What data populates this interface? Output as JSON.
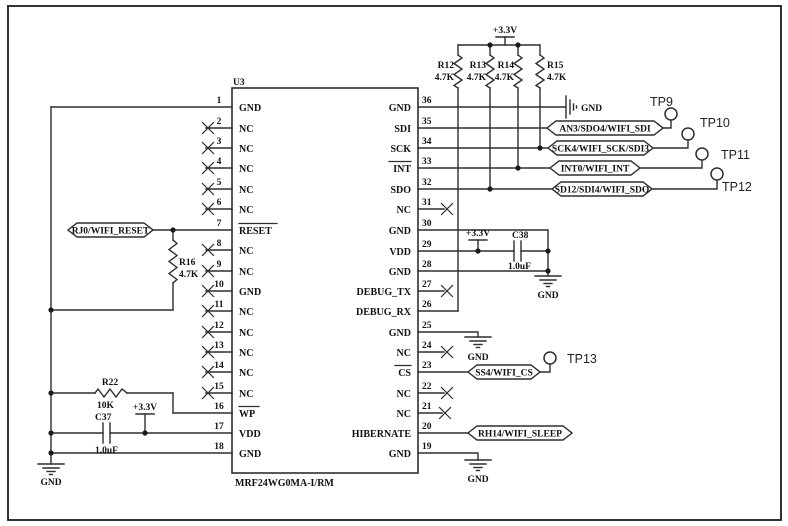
{
  "ic": {
    "ref": "U3",
    "part": "MRF24WG0MA-I/RM",
    "left_pins": [
      {
        "num": "1",
        "name": "GND"
      },
      {
        "num": "2",
        "name": "NC"
      },
      {
        "num": "3",
        "name": "NC"
      },
      {
        "num": "4",
        "name": "NC"
      },
      {
        "num": "5",
        "name": "NC"
      },
      {
        "num": "6",
        "name": "NC"
      },
      {
        "num": "7",
        "name": "RESET"
      },
      {
        "num": "8",
        "name": "NC"
      },
      {
        "num": "9",
        "name": "NC"
      },
      {
        "num": "10",
        "name": "GND"
      },
      {
        "num": "11",
        "name": "NC"
      },
      {
        "num": "12",
        "name": "NC"
      },
      {
        "num": "13",
        "name": "NC"
      },
      {
        "num": "14",
        "name": "NC"
      },
      {
        "num": "15",
        "name": "NC"
      },
      {
        "num": "16",
        "name": "WP"
      },
      {
        "num": "17",
        "name": "VDD"
      },
      {
        "num": "18",
        "name": "GND"
      }
    ],
    "right_pins": [
      {
        "num": "36",
        "name": "GND"
      },
      {
        "num": "35",
        "name": "SDI"
      },
      {
        "num": "34",
        "name": "SCK"
      },
      {
        "num": "33",
        "name": "INT"
      },
      {
        "num": "32",
        "name": "SDO"
      },
      {
        "num": "31",
        "name": "NC"
      },
      {
        "num": "30",
        "name": "GND"
      },
      {
        "num": "29",
        "name": "VDD"
      },
      {
        "num": "28",
        "name": "GND"
      },
      {
        "num": "27",
        "name": "DEBUG_TX"
      },
      {
        "num": "26",
        "name": "DEBUG_RX"
      },
      {
        "num": "25",
        "name": "GND"
      },
      {
        "num": "24",
        "name": "NC"
      },
      {
        "num": "23",
        "name": "CS"
      },
      {
        "num": "22",
        "name": "NC"
      },
      {
        "num": "21",
        "name": "NC"
      },
      {
        "num": "20",
        "name": "HIBERNATE"
      },
      {
        "num": "19",
        "name": "GND"
      }
    ]
  },
  "resistors": {
    "r12": {
      "ref": "R12",
      "value": "4.7K"
    },
    "r13": {
      "ref": "R13",
      "value": "4.7K"
    },
    "r14": {
      "ref": "R14",
      "value": "4.7K"
    },
    "r15": {
      "ref": "R15",
      "value": "4.7K"
    },
    "r16": {
      "ref": "R16",
      "value": "4.7K"
    },
    "r22": {
      "ref": "R22",
      "value": "10K"
    }
  },
  "capacitors": {
    "c37": {
      "ref": "C37",
      "value": "1.0uF"
    },
    "c38": {
      "ref": "C38",
      "value": "1.0uF"
    }
  },
  "power": {
    "v33": "+3.3V",
    "gnd": "GND"
  },
  "net_labels": {
    "reset": "RJ0/WIFI_RESET",
    "sdi": "AN3/SDO4/WIFI_SDI",
    "sck": "SCK4/WIFI_SCK/SDI3",
    "int": "INT0/WIFI_INT",
    "sdo": "SD12/SDI4/WIFI_SDO",
    "cs": "SS4/WIFI_CS",
    "sleep": "RH14/WIFI_SLEEP"
  },
  "test_points": {
    "tp9": "TP9",
    "tp10": "TP10",
    "tp11": "TP11",
    "tp12": "TP12",
    "tp13": "TP13"
  }
}
